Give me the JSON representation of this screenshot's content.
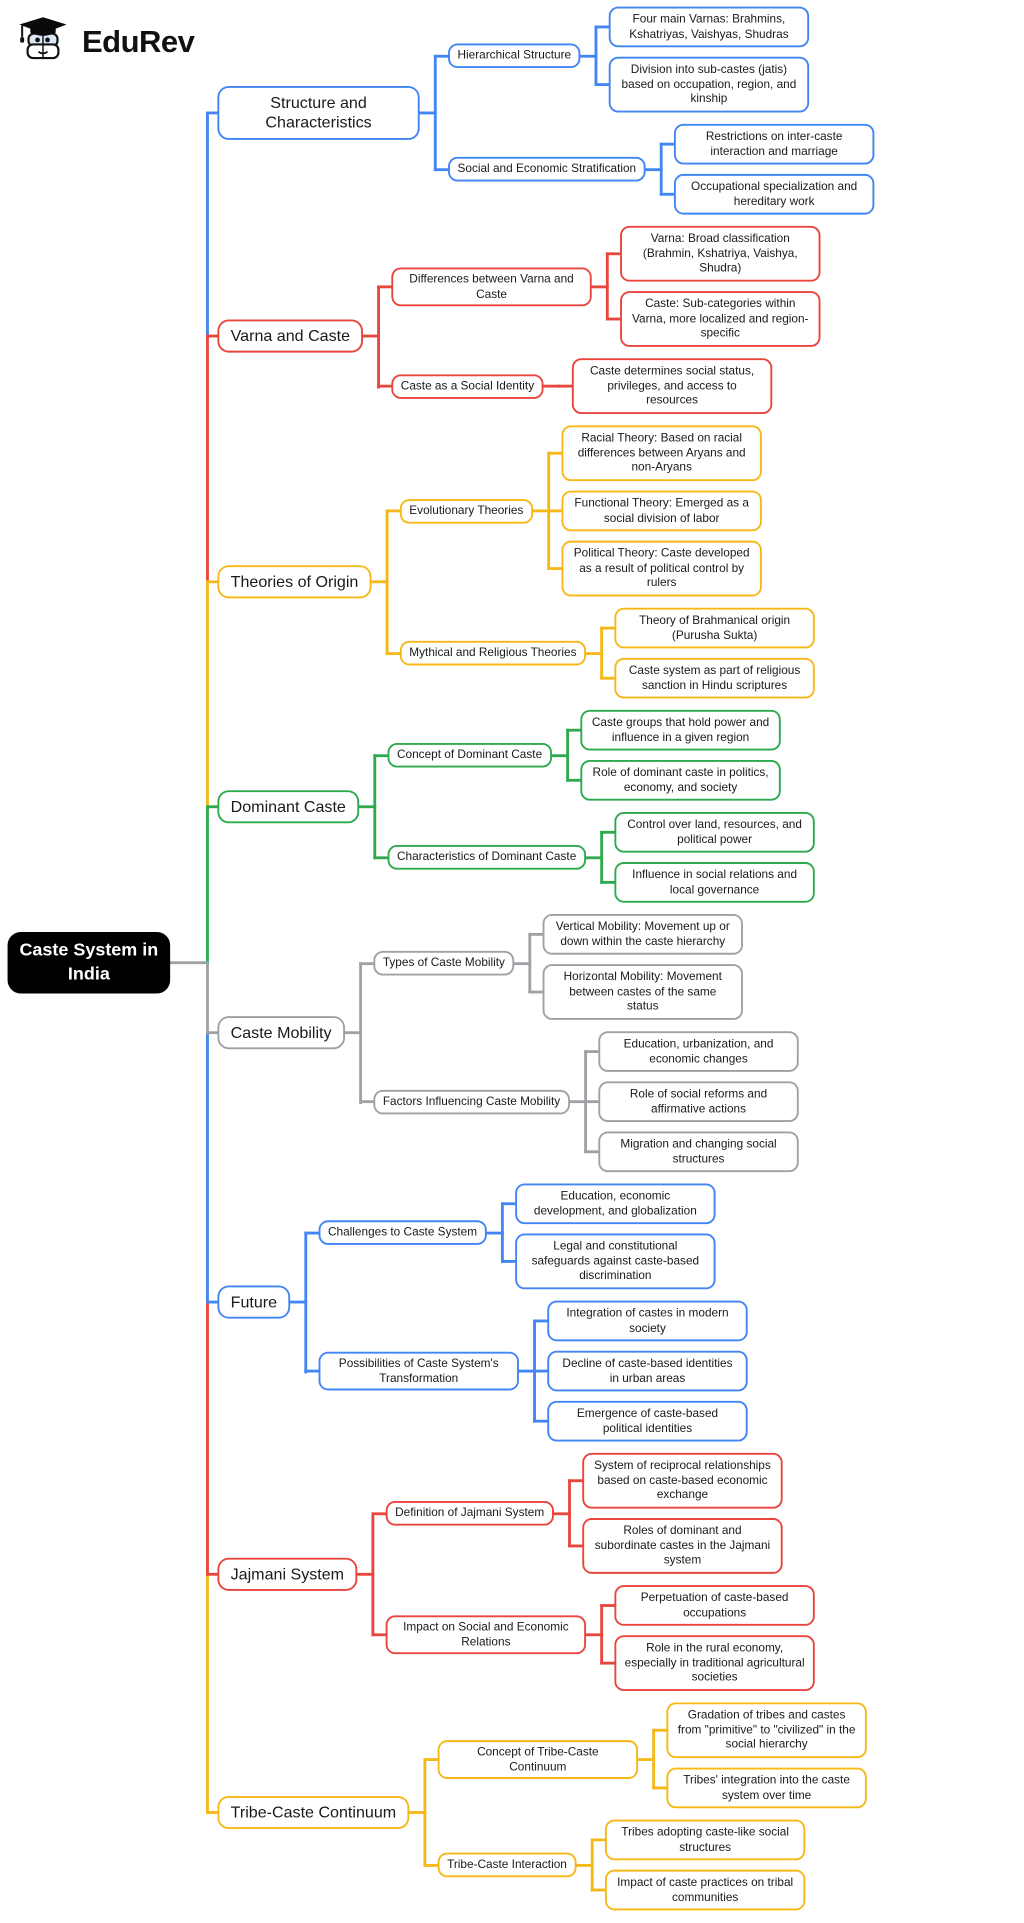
{
  "logo": {
    "text": "EduRev"
  },
  "palette": {
    "blue": "#4285F4",
    "red": "#E8463D",
    "yellow": "#F6B817",
    "green": "#2EA94E",
    "gray": "#9EA2A6",
    "root_bg": "#000000",
    "root_text": "#FFFFFF",
    "node_bg": "#FFFFFF",
    "text": "#1A1A1A"
  },
  "root": {
    "label": "Caste System in India"
  },
  "branches": [
    {
      "label": "Structure and Characteristics",
      "color": "blue",
      "children": [
        {
          "label": "Hierarchical Structure",
          "children": [
            {
              "label": "Four main Varnas: Brahmins, Kshatriyas, Vaishyas, Shudras"
            },
            {
              "label": "Division into sub-castes (jatis) based on occupation, region, and kinship"
            }
          ]
        },
        {
          "label": "Social and Economic Stratification",
          "children": [
            {
              "label": "Restrictions on inter-caste interaction and marriage"
            },
            {
              "label": "Occupational specialization and hereditary work"
            }
          ]
        }
      ]
    },
    {
      "label": "Varna and Caste",
      "color": "red",
      "children": [
        {
          "label": "Differences between Varna and Caste",
          "children": [
            {
              "label": "Varna: Broad classification (Brahmin, Kshatriya, Vaishya, Shudra)"
            },
            {
              "label": "Caste: Sub-categories within Varna, more localized and region-specific"
            }
          ]
        },
        {
          "label": "Caste as a Social Identity",
          "children": [
            {
              "label": "Caste determines social status, privileges, and access to resources"
            }
          ]
        }
      ]
    },
    {
      "label": "Theories of Origin",
      "color": "yellow",
      "children": [
        {
          "label": "Evolutionary Theories",
          "children": [
            {
              "label": "Racial Theory: Based on racial differences between Aryans and non-Aryans"
            },
            {
              "label": "Functional Theory: Emerged as a social division of labor"
            },
            {
              "label": "Political Theory: Caste developed as a result of political control by rulers"
            }
          ]
        },
        {
          "label": "Mythical and Religious Theories",
          "children": [
            {
              "label": "Theory of Brahmanical origin (Purusha Sukta)"
            },
            {
              "label": "Caste system as part of religious sanction in Hindu scriptures"
            }
          ]
        }
      ]
    },
    {
      "label": "Dominant Caste",
      "color": "green",
      "children": [
        {
          "label": "Concept of Dominant Caste",
          "children": [
            {
              "label": "Caste groups that hold power and influence in a given region"
            },
            {
              "label": "Role of dominant caste in politics, economy, and society"
            }
          ]
        },
        {
          "label": "Characteristics of Dominant Caste",
          "children": [
            {
              "label": "Control over land, resources, and political power"
            },
            {
              "label": "Influence in social relations and local governance"
            }
          ]
        }
      ]
    },
    {
      "label": "Caste Mobility",
      "color": "gray",
      "children": [
        {
          "label": "Types of Caste Mobility",
          "children": [
            {
              "label": "Vertical Mobility: Movement up or down within the caste hierarchy"
            },
            {
              "label": "Horizontal Mobility: Movement between castes of the same status"
            }
          ]
        },
        {
          "label": "Factors Influencing Caste Mobility",
          "children": [
            {
              "label": "Education, urbanization, and economic changes"
            },
            {
              "label": "Role of social reforms and affirmative actions"
            },
            {
              "label": "Migration and changing social structures"
            }
          ]
        }
      ]
    },
    {
      "label": "Future",
      "color": "blue",
      "children": [
        {
          "label": "Challenges to Caste System",
          "children": [
            {
              "label": "Education, economic development, and globalization"
            },
            {
              "label": "Legal and constitutional safeguards against caste-based discrimination"
            }
          ]
        },
        {
          "label": "Possibilities of Caste System's Transformation",
          "children": [
            {
              "label": "Integration of castes in modern society"
            },
            {
              "label": "Decline of caste-based identities in urban areas"
            },
            {
              "label": "Emergence of caste-based political identities"
            }
          ]
        }
      ]
    },
    {
      "label": "Jajmani System",
      "color": "red",
      "children": [
        {
          "label": "Definition of Jajmani System",
          "children": [
            {
              "label": "System of reciprocal relationships based on caste-based economic exchange"
            },
            {
              "label": "Roles of dominant and subordinate castes in the Jajmani system"
            }
          ]
        },
        {
          "label": "Impact on Social and Economic Relations",
          "children": [
            {
              "label": "Perpetuation of caste-based occupations"
            },
            {
              "label": "Role in the rural economy, especially in traditional agricultural societies"
            }
          ]
        }
      ]
    },
    {
      "label": "Tribe-Caste Continuum",
      "color": "yellow",
      "children": [
        {
          "label": "Concept of Tribe-Caste Continuum",
          "children": [
            {
              "label": "Gradation of tribes and castes from \"primitive\" to \"civilized\" in the social hierarchy"
            },
            {
              "label": "Tribes' integration into the caste system over time"
            }
          ]
        },
        {
          "label": "Tribe-Caste Interaction",
          "children": [
            {
              "label": "Tribes adopting caste-like social structures"
            },
            {
              "label": "Impact of caste practices on tribal communities"
            }
          ]
        }
      ]
    }
  ]
}
